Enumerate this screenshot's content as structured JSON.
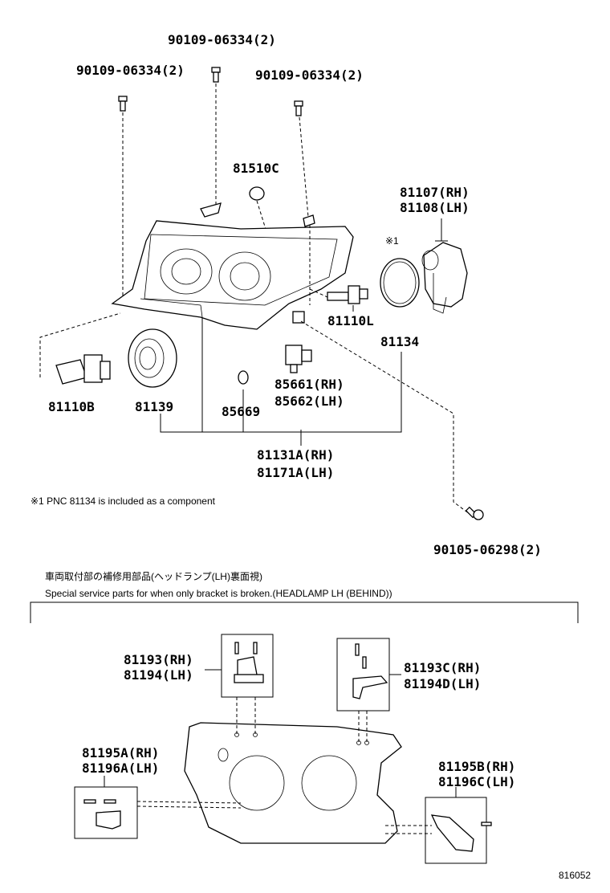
{
  "labels": {
    "bolt_top_center": "90109-06334(2)",
    "bolt_top_left": "90109-06334(2)",
    "bolt_top_right": "90109-06334(2)",
    "p81510c": "81510C",
    "p81107": "81107(RH)",
    "p81108": "81108(LH)",
    "mark1": "※1",
    "p81110l": "81110L",
    "p81134": "81134",
    "p81110b": "81110B",
    "p81139": "81139",
    "p85669": "85669",
    "p85661": "85661(RH)",
    "p85662": "85662(LH)",
    "p81131a": "81131A(RH)",
    "p81171a": "81171A(LH)",
    "p90105": "90105-06298(2)",
    "p81193": "81193(RH)",
    "p81194": "81194(LH)",
    "p81193c": "81193C(RH)",
    "p81194d": "81194D(LH)",
    "p81195a": "81195A(RH)",
    "p81196a": "81196A(LH)",
    "p81195b": "81195B(RH)",
    "p81196c": "81196C(LH)"
  },
  "notes": {
    "footnote": "※1  PNC 81134 is included as a component",
    "jp_title": "車両取付部の補修用部品(ヘッドランプ(LH)裏面視)",
    "en_title": "Special service parts for when only bracket is broken.(HEADLAMP LH (BEHIND))",
    "figure_id": "816052"
  }
}
